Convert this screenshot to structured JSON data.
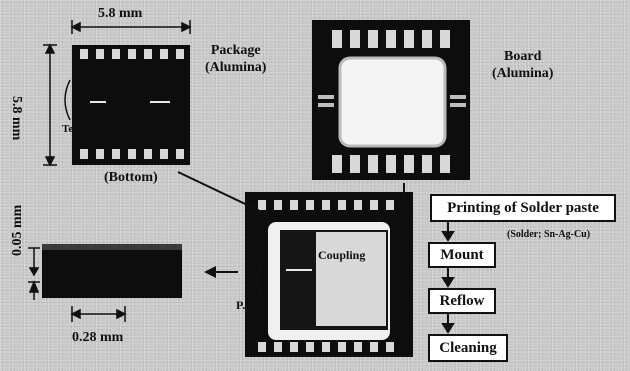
{
  "dimensions": {
    "package_width": "5.8 mm",
    "package_height": "5.8 mm",
    "thickness": "0.05 mm",
    "feature_width": "0.28 mm"
  },
  "package": {
    "title_line1": "Package",
    "title_line2": "(Alumina)",
    "bottom_label": "(Bottom)",
    "side_label_fragment": "Te"
  },
  "board": {
    "title_line1": "Board",
    "title_line2": "(Alumina)"
  },
  "assembly": {
    "coupling_label": "Coupling",
    "partial_label": "P...ic"
  },
  "process_flow": {
    "steps": [
      "Printing of Solder paste",
      "Mount",
      "Reflow",
      "Cleaning"
    ],
    "note": "(Solder; Sn-Ag-Cu)"
  },
  "colors": {
    "background": "#c9c9c9",
    "component_dark": "#0d0d0d",
    "gold_pad": "#cfcfcf"
  }
}
